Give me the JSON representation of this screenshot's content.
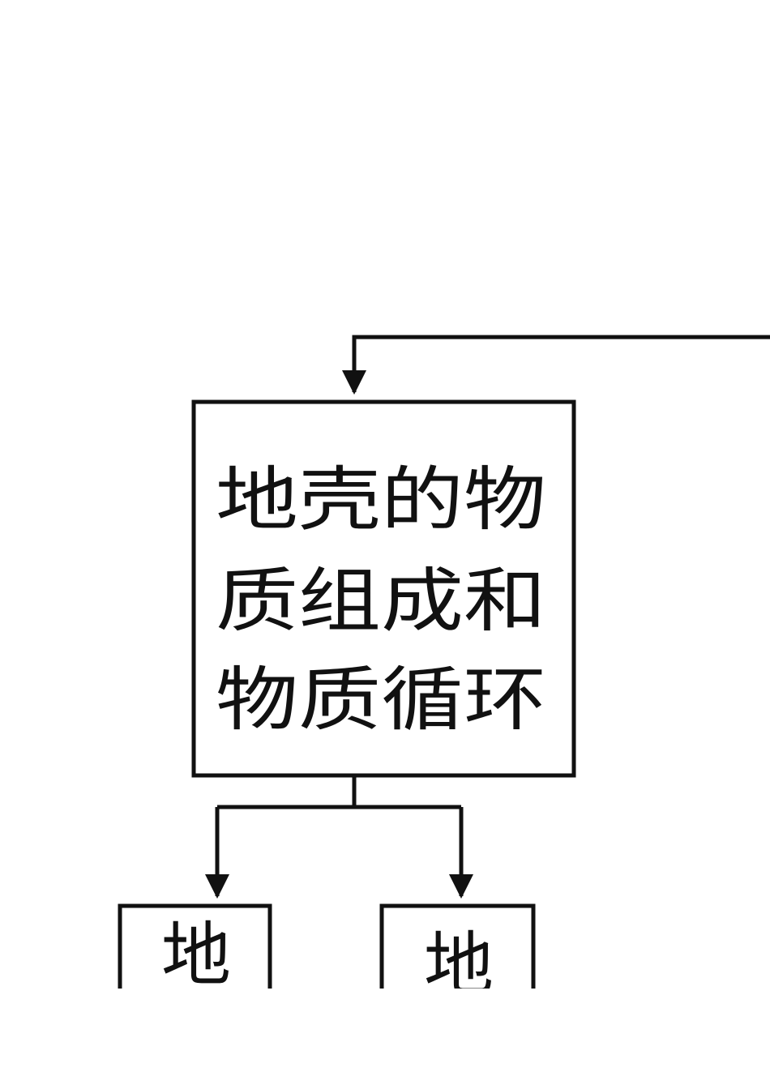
{
  "diagram": {
    "main_node": {
      "lines": [
        "地壳的物",
        "质组成和",
        "物质循环"
      ]
    },
    "child_left": {
      "label": "地"
    },
    "child_right": {
      "label": "地"
    }
  },
  "colors": {
    "stroke": "#111111",
    "background": "#ffffff"
  }
}
